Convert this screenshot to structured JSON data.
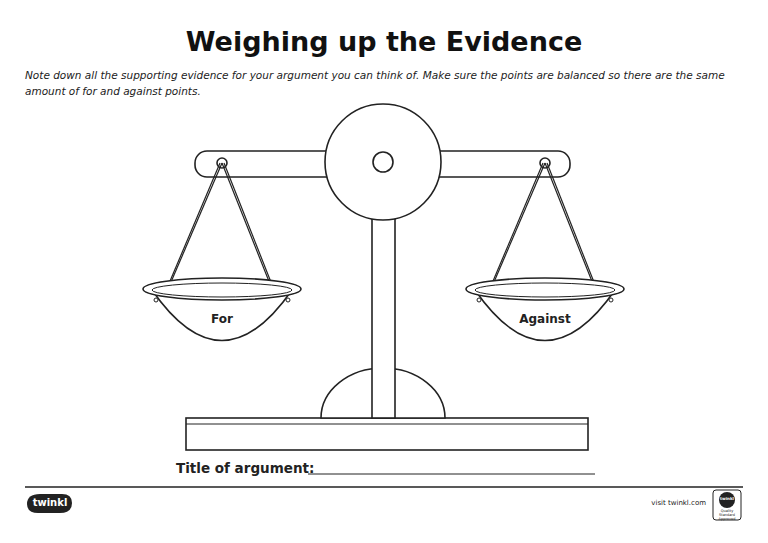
{
  "diagram": {
    "title": "Weighing up the Evidence",
    "nodes": [
      {
        "text": [
          "For"
        ]
      },
      {
        "text": [
          "Against"
        ]
      }
    ],
    "labels": [
      "Note down all the supporting evidence for your argument you can think of. Make sure the points are balanced so there are the same amount of for and against points.",
      "Title of argument:",
      "twinkl",
      "visit twinkl.com",
      "twinkl",
      "Quality Standard Approved"
    ]
  }
}
